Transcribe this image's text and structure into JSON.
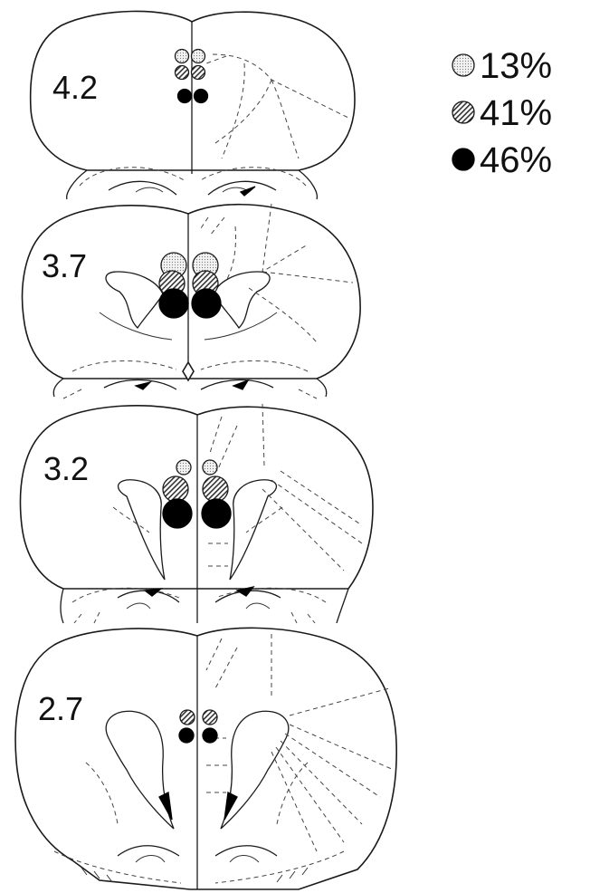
{
  "legend": {
    "items": [
      {
        "pattern": "dotted",
        "label": "13%"
      },
      {
        "pattern": "hatched",
        "label": "41%"
      },
      {
        "pattern": "solid",
        "label": "46%"
      }
    ]
  },
  "sections": [
    {
      "label": "4.2"
    },
    {
      "label": "3.7"
    },
    {
      "label": "3.2"
    },
    {
      "label": "2.7"
    }
  ],
  "colors": {
    "solid": "#000000",
    "outline": "#1a1a1a",
    "dotted_fill": "#d9d9d9"
  }
}
